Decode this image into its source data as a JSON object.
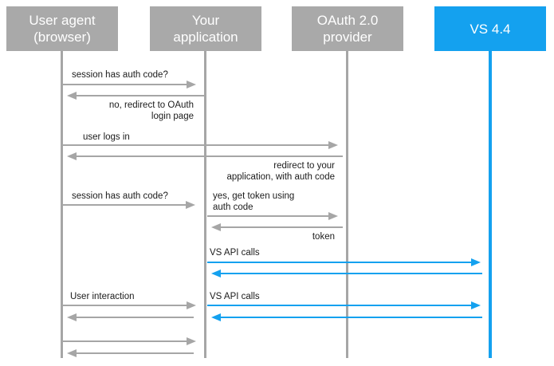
{
  "diagram": {
    "type": "sequence",
    "actors": [
      {
        "id": "user-agent",
        "label": "User agent (browser)",
        "line1": "User agent",
        "line2": "(browser)",
        "color": "gray"
      },
      {
        "id": "your-app",
        "label": "Your application",
        "line1": "Your",
        "line2": "application",
        "color": "gray"
      },
      {
        "id": "oauth",
        "label": "OAuth 2.0 provider",
        "line1": "OAuth 2.0",
        "line2": "provider",
        "color": "gray"
      },
      {
        "id": "vs",
        "label": "VS 4.4",
        "line1": "VS 4.4",
        "line2": "",
        "color": "blue"
      }
    ],
    "messages": [
      {
        "from": "User agent (browser)",
        "to": "Your application",
        "label": "session has auth code?",
        "lines": [
          "session has auth code?"
        ],
        "color": "gray"
      },
      {
        "from": "Your application",
        "to": "User agent (browser)",
        "label": "no, redirect to OAuth login page",
        "lines": [
          "no, redirect to OAuth",
          "login page"
        ],
        "color": "gray"
      },
      {
        "from": "User agent (browser)",
        "to": "OAuth 2.0 provider",
        "label": "user logs in",
        "lines": [
          "user logs in"
        ],
        "color": "gray"
      },
      {
        "from": "OAuth 2.0 provider",
        "to": "User agent (browser)",
        "label": "redirect to your application, with auth code",
        "lines": [
          "redirect to your",
          "application, with auth code"
        ],
        "color": "gray"
      },
      {
        "from": "User agent (browser)",
        "to": "Your application",
        "label": "session has auth code?",
        "lines": [
          "session has auth code?"
        ],
        "color": "gray"
      },
      {
        "from": "Your application",
        "to": "OAuth 2.0 provider",
        "label": "yes, get token using auth code",
        "lines": [
          "yes, get token using",
          "auth code"
        ],
        "color": "gray"
      },
      {
        "from": "OAuth 2.0 provider",
        "to": "Your application",
        "label": "token",
        "lines": [
          "token"
        ],
        "color": "gray"
      },
      {
        "from": "Your application",
        "to": "VS 4.4",
        "label": "VS API calls",
        "lines": [
          "VS API calls"
        ],
        "color": "blue"
      },
      {
        "from": "VS 4.4",
        "to": "Your application",
        "label": "",
        "lines": [],
        "color": "blue"
      },
      {
        "from": "User agent (browser)",
        "to": "Your application",
        "label": "User interaction",
        "lines": [
          "User interaction"
        ],
        "color": "gray"
      },
      {
        "from": "Your application",
        "to": "VS 4.4",
        "label": "VS API calls",
        "lines": [
          "VS API calls"
        ],
        "color": "blue"
      },
      {
        "from": "Your application",
        "to": "User agent (browser)",
        "label": "",
        "lines": [],
        "color": "gray"
      },
      {
        "from": "VS 4.4",
        "to": "Your application",
        "label": "",
        "lines": [],
        "color": "blue"
      },
      {
        "from": "User agent (browser)",
        "to": "Your application",
        "label": "",
        "lines": [],
        "color": "gray"
      },
      {
        "from": "Your application",
        "to": "User agent (browser)",
        "label": "",
        "lines": [],
        "color": "gray"
      }
    ]
  },
  "colors": {
    "actor_gray": "#a9a9a9",
    "arrow_gray": "#a6a6a6",
    "accent_blue": "#14a1ef",
    "label_text": "#1b1b1b",
    "background": "#ffffff"
  }
}
